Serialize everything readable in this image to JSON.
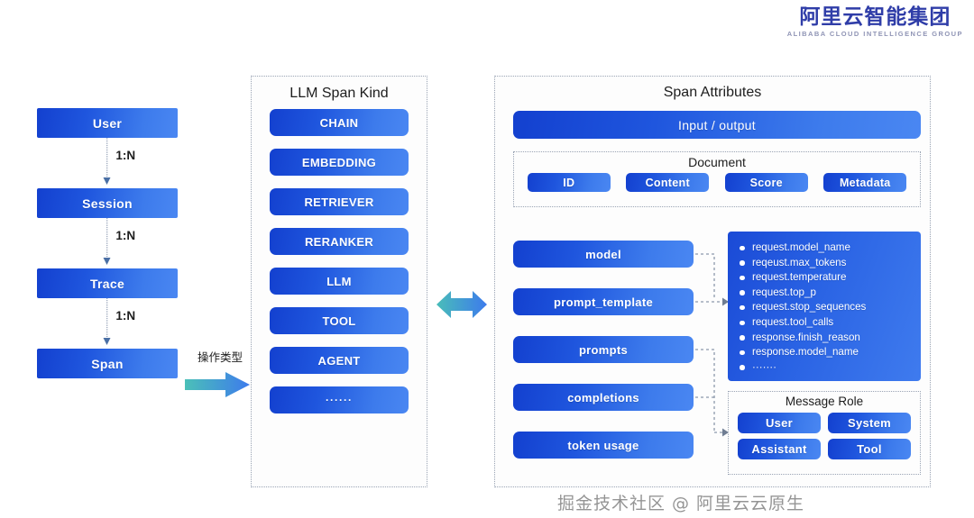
{
  "logo": {
    "cn": "阿里云智能集团",
    "en": "ALIBABA CLOUD INTELLIGENCE GROUP",
    "color": "#2f3da8"
  },
  "flow": {
    "nodes": [
      "User",
      "Session",
      "Trace",
      "Span"
    ],
    "relations": [
      "1:N",
      "1:N",
      "1:N"
    ]
  },
  "op_type": {
    "label": "操作类型",
    "icon": "arrow-right-icon"
  },
  "span_kind": {
    "title": "LLM Span Kind",
    "items": [
      "CHAIN",
      "EMBEDDING",
      "RETRIEVER",
      "RERANKER",
      "LLM",
      "TOOL",
      "AGENT",
      "······"
    ]
  },
  "bridge": {
    "icon": "double-arrow-icon"
  },
  "span_attributes": {
    "title": "Span Attributes",
    "io_bar": "Input  /  output",
    "document": {
      "title": "Document",
      "chips": [
        "ID",
        "Content",
        "Score",
        "Metadata"
      ]
    },
    "attr_pills": [
      "model",
      "prompt_template",
      "prompts",
      "completions",
      "token usage"
    ],
    "request_list": [
      "request.model_name",
      "reqeust.max_tokens",
      "request.temperature",
      "request.top_p",
      "request.stop_sequences",
      "request.tool_calls",
      "response.finish_reason",
      "response.model_name",
      "·······"
    ],
    "message_role": {
      "title": "Message Role",
      "roles": [
        "User",
        "System",
        "Assistant",
        "Tool"
      ]
    }
  },
  "watermark": "掘金技术社区 @ 阿里云云原生",
  "colors": {
    "pill_gradient_start": "#1340cf",
    "pill_gradient_end": "#4a87f2",
    "panel_border": "#9aa4b4",
    "arrow_teal": "#4bc0b8",
    "arrow_blue": "#3d7bec",
    "background": "#ffffff"
  }
}
